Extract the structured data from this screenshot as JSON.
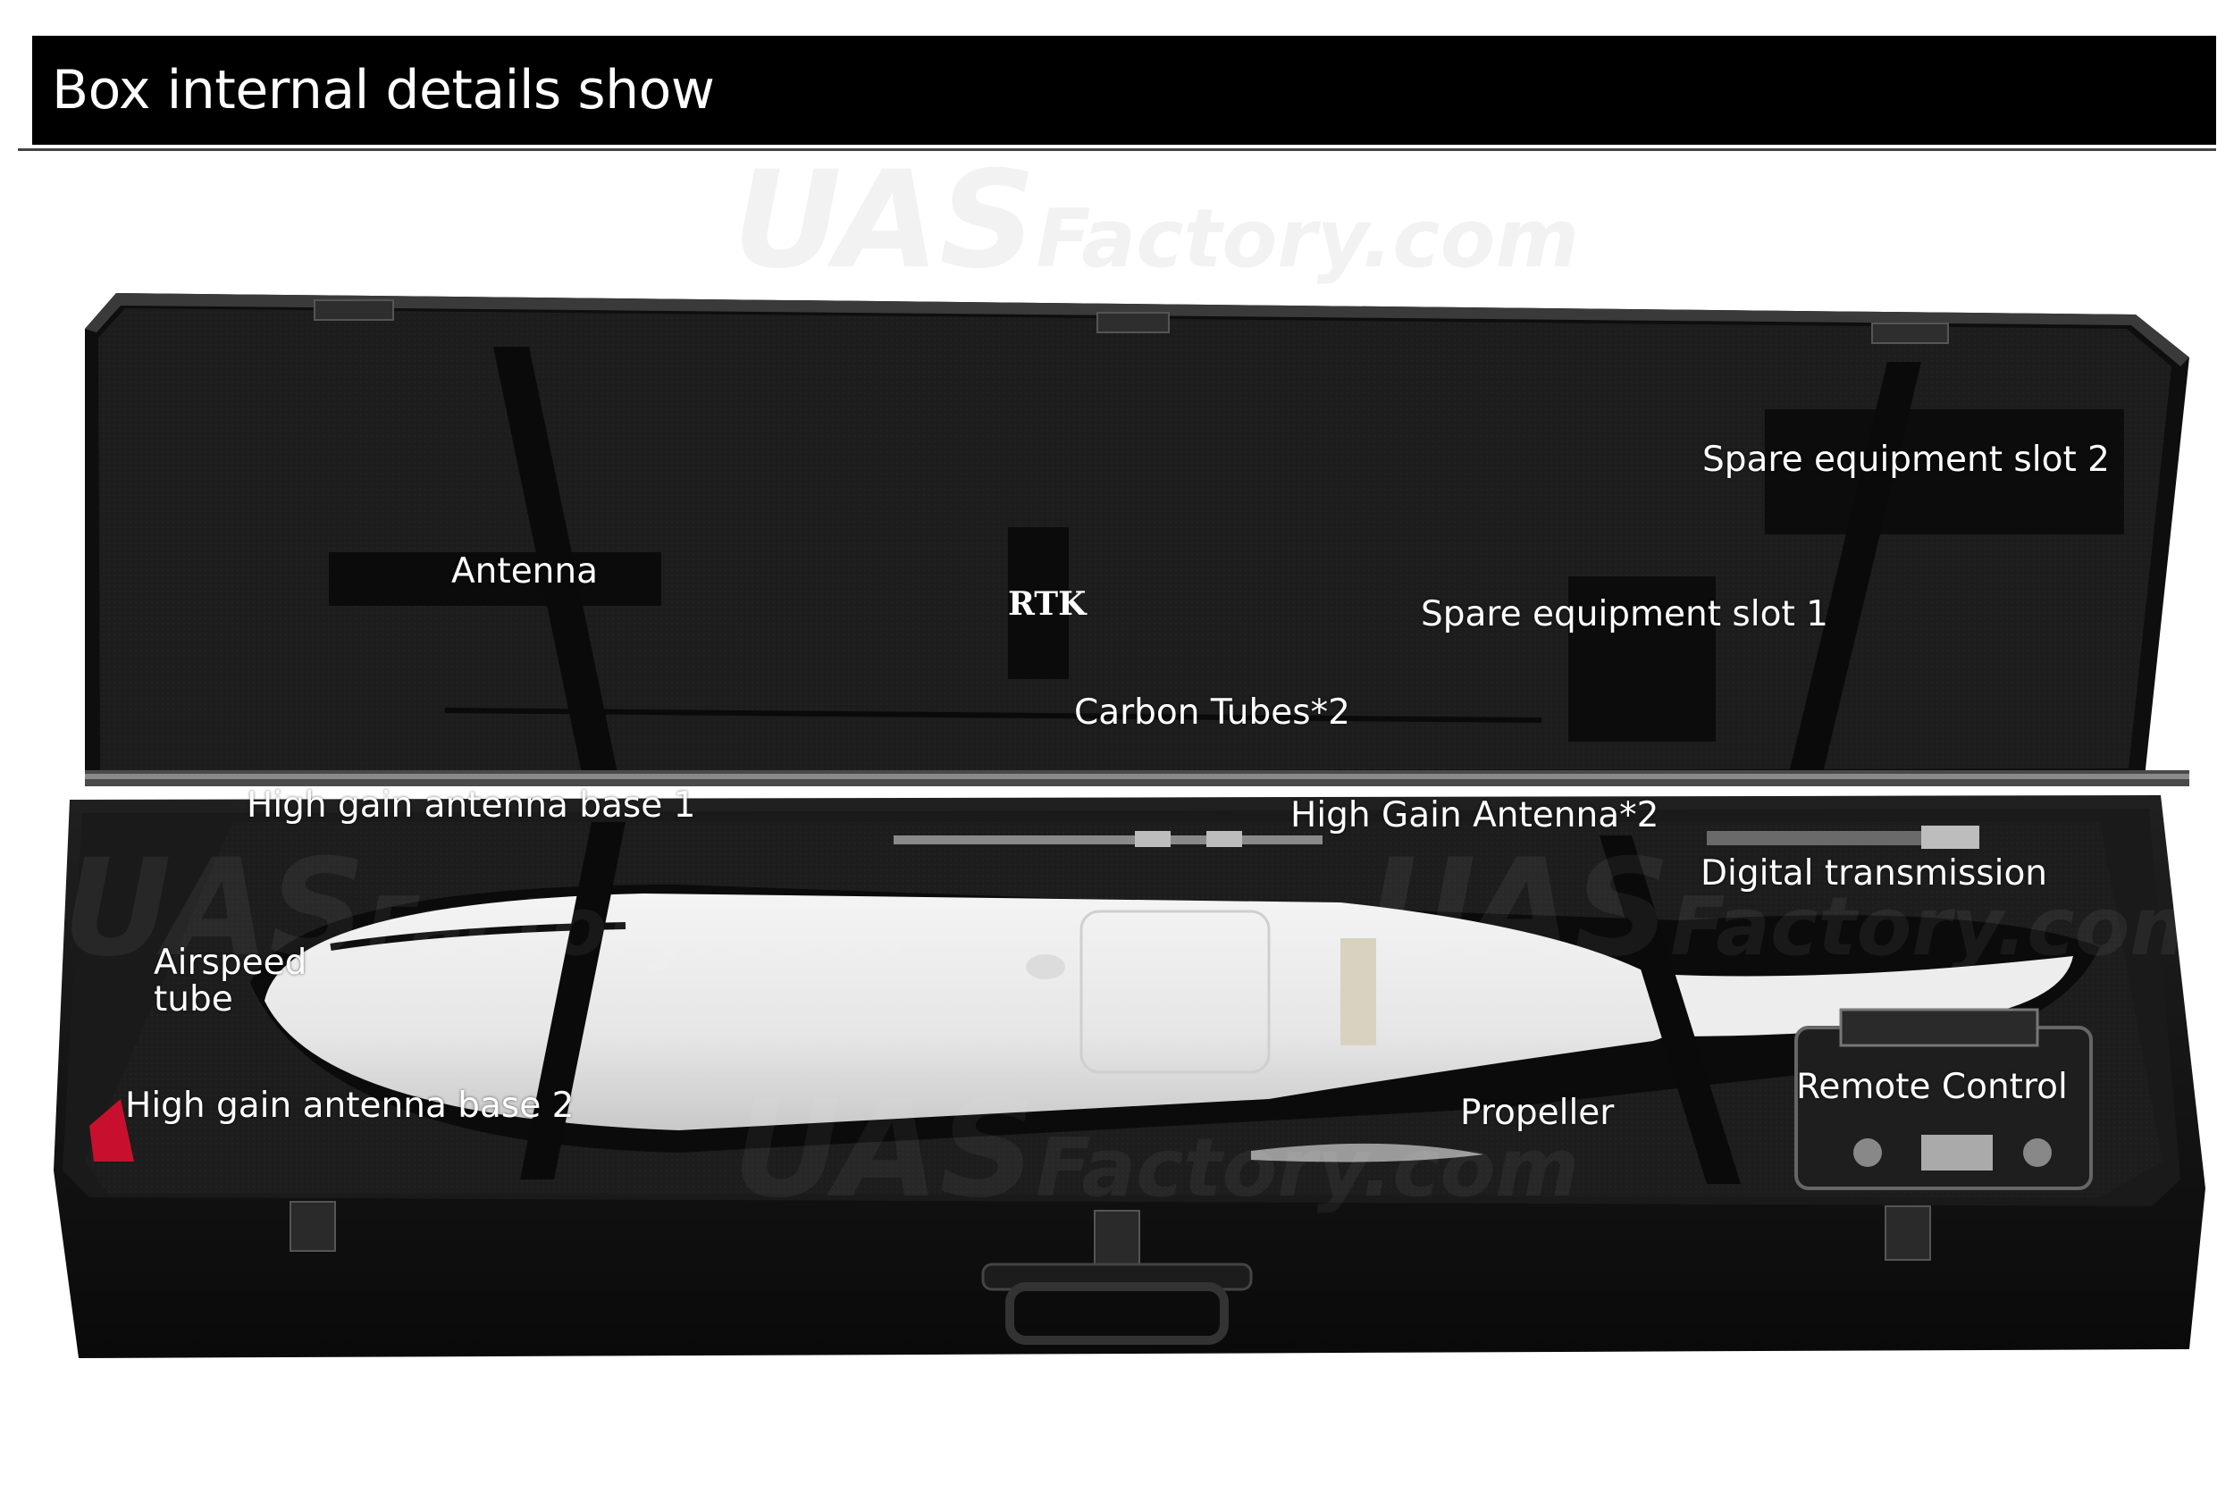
{
  "header": {
    "title": "Box internal details show"
  },
  "watermark": {
    "text_main": "UAS",
    "text_sub": "Factory.com"
  },
  "labels": {
    "antenna": "Antenna",
    "rtk": "RTK",
    "spare_slot_2": "Spare equipment slot 2",
    "spare_slot_1": "Spare equipment slot 1",
    "carbon_tubes": "Carbon Tubes*2",
    "high_gain_base_1": "High gain antenna base 1",
    "high_gain_antenna": "High Gain Antenna*2",
    "digital_transmission": "Digital transmission",
    "airspeed_tube_line1": "Airspeed",
    "airspeed_tube_line2": "tube",
    "high_gain_base_2": "High gain antenna base 2",
    "propeller": "Propeller",
    "remote_control": "Remote Control"
  },
  "colors": {
    "title_bar": "#000000",
    "case_body": "#151515",
    "foam": "#1c1c1c",
    "aircraft": "#ececec",
    "label_text": "#ffffff"
  }
}
